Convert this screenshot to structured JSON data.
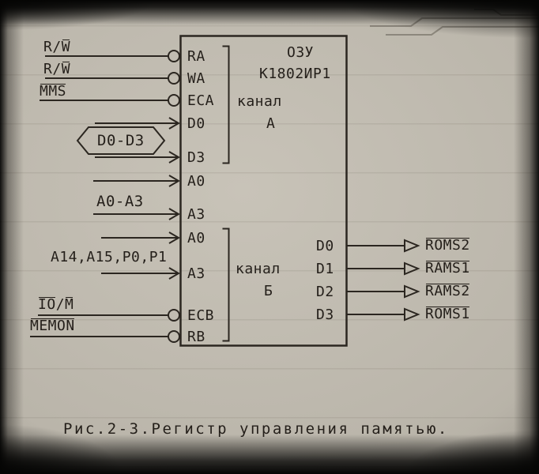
{
  "figure": {
    "caption": "Рис.2-3.Регистр управления памятью."
  },
  "chip": {
    "title_line1": "ОЗУ",
    "title_line2": "К1802ИР1",
    "channel_a_word": "канал",
    "channel_a_letter": "А",
    "channel_b_word": "канал",
    "channel_b_letter": "Б",
    "left_pins": [
      "RA",
      "WA",
      "ECA",
      "D0",
      "D3",
      "A0",
      "A3",
      "A0",
      "A3",
      "ECB",
      "RB"
    ],
    "right_pins": [
      "D0",
      "D1",
      "D2",
      "D3"
    ]
  },
  "inputs": {
    "rw1_pre": "R/",
    "rw1_over": "W",
    "rw2_pre": "R/",
    "rw2_over": "W",
    "mms": "MMS",
    "bus_d": "D0-D3",
    "bus_a": "A0-A3",
    "bus_b": "A14,A15,P0,P1",
    "iom_over1": "IO",
    "iom_sep": "/",
    "iom_over2": "M",
    "memon": "MEMON"
  },
  "outputs": [
    "ROMS2",
    "RAMS1",
    "RAMS2",
    "ROMS1"
  ],
  "colors": {
    "paper": "#bab5aa",
    "ink": "#2b2620"
  }
}
